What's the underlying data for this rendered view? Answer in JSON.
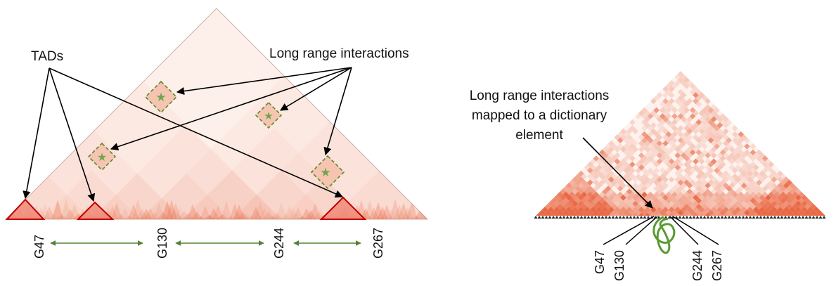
{
  "left_panel": {
    "tads_label": "TADs",
    "long_range_label": "Long range interactions",
    "genome_labels": [
      "G47",
      "G130",
      "G244",
      "G267"
    ]
  },
  "right_panel": {
    "annotation_lines": [
      "Long range interactions",
      "mapped to a dictionary",
      "element"
    ],
    "genome_labels": [
      "G47",
      "G130",
      "G244",
      "G267"
    ]
  },
  "colors": {
    "heatmap": "#e8603a",
    "tad_fill": "#f08a78",
    "tad_stroke": "#c00000",
    "interaction_box": "#5a8a2e",
    "star": "#6aa84f",
    "range_arrow": "#548235",
    "loop": "#5a9a32",
    "arrow": "#000000"
  }
}
